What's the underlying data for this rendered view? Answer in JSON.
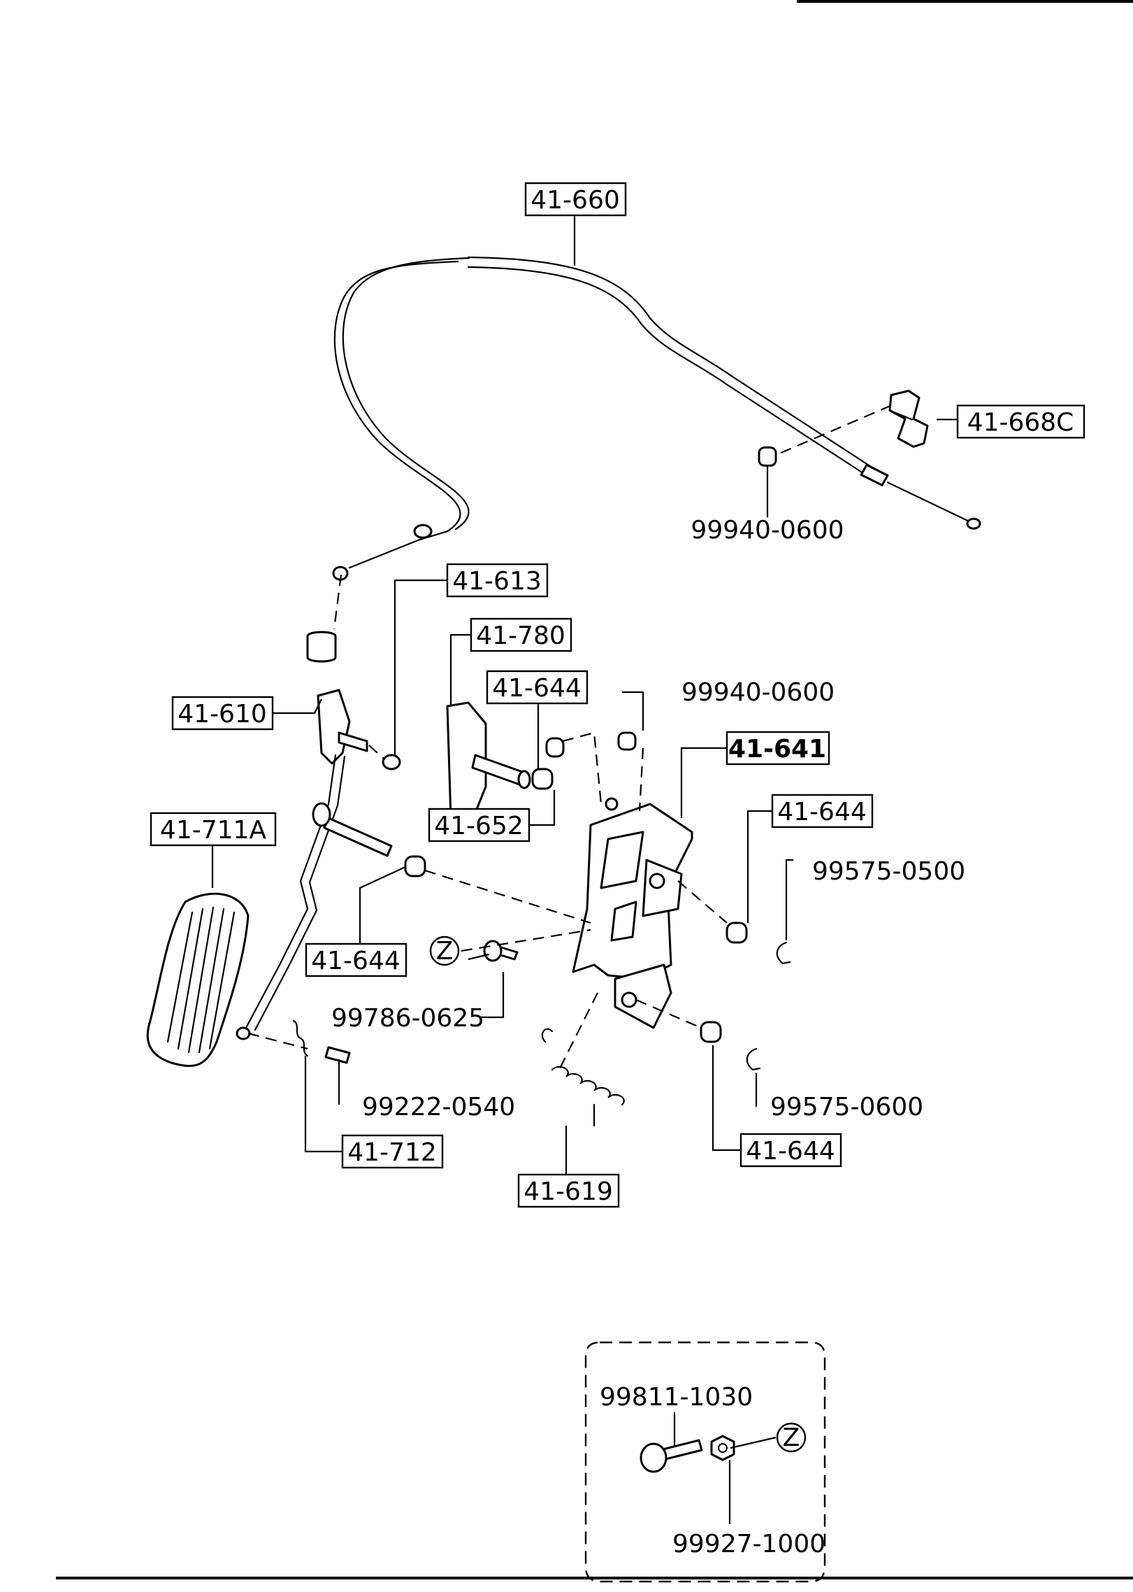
{
  "boxed_labels": {
    "cable": "41-660",
    "bracket": "41-668C",
    "pin_stopper": "41-613",
    "bracket_780": "41-780",
    "bush_top_left": "41-644",
    "pedal_arm": "41-610",
    "bracket_641": "41-641",
    "pedal_pad": "41-711A",
    "bush_652": "41-652",
    "bush_right": "41-644",
    "bush_left": "41-644",
    "pin_712": "41-712",
    "spring": "41-619",
    "bush_bottom": "41-644"
  },
  "plain_labels": {
    "clip_cable": "99940-0600",
    "clip_top": "99940-0600",
    "clip_right": "99575-0500",
    "bolt": "99786-0625",
    "pin_540": "99222-0540",
    "clip_bottom": "99575-0600",
    "inset_bolt": "99811-1030",
    "inset_nut": "99927-1000"
  },
  "reference_marks": {
    "main": "Z",
    "inset": "Z"
  }
}
